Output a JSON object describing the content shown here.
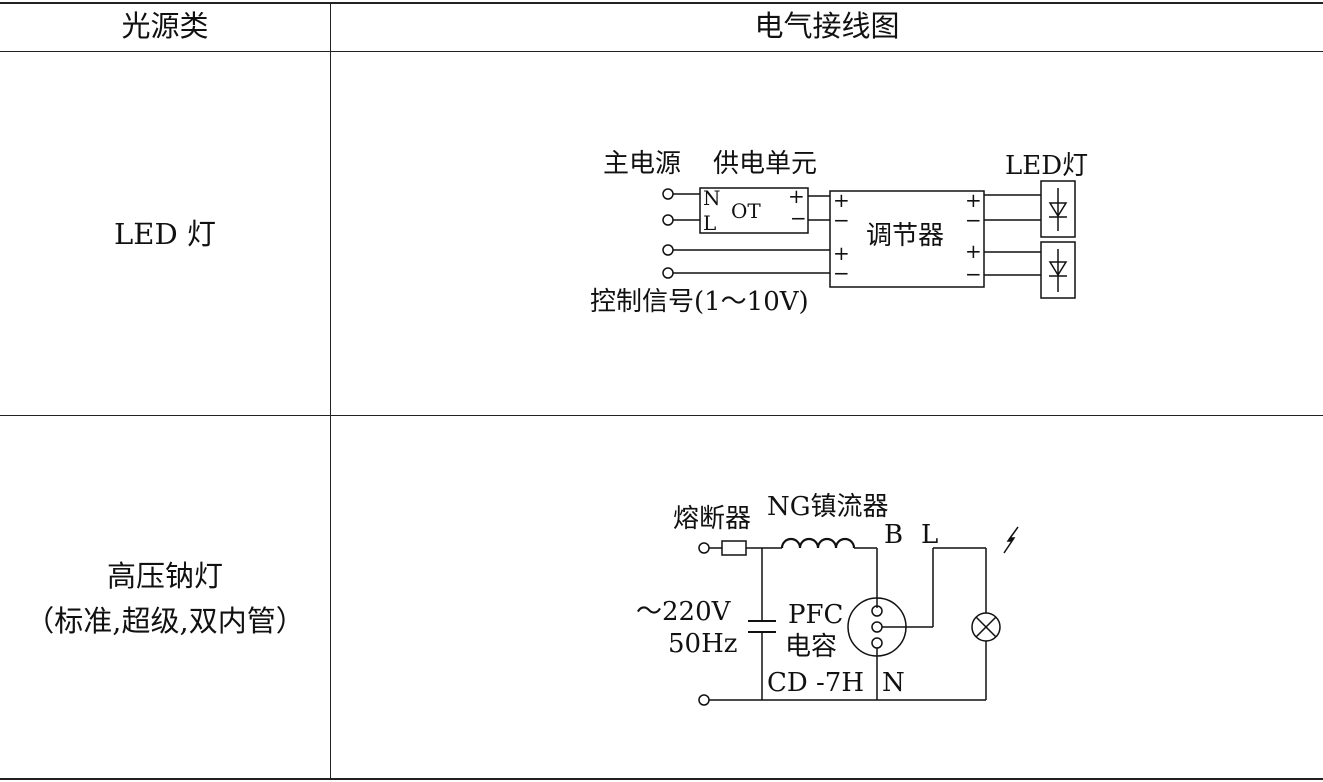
{
  "header": {
    "col1": "光源类",
    "col2": "电气接线图"
  },
  "rows": [
    {
      "light_type": "LED 灯",
      "diagram": {
        "main_power": "主电源",
        "supply_unit": "供电单元",
        "led_lamp": "LED灯",
        "ot_label": "OT",
        "n_label": "N",
        "l_label": "L",
        "plus": "+",
        "minus": "−",
        "dimmer": "调节器",
        "control_signal": "控制信号(1～10V)"
      }
    },
    {
      "light_type_line1": "高压钠灯",
      "light_type_line2": "（标准,超级,双内管）",
      "diagram": {
        "fuse": "熔断器",
        "ballast": "NG镇流器",
        "b_label": "B",
        "l_label": "L",
        "voltage": "～220V",
        "frequency": "50Hz",
        "pfc": "PFC",
        "capacitor": "电容",
        "model": "CD -7H",
        "n_label": "N"
      }
    }
  ]
}
